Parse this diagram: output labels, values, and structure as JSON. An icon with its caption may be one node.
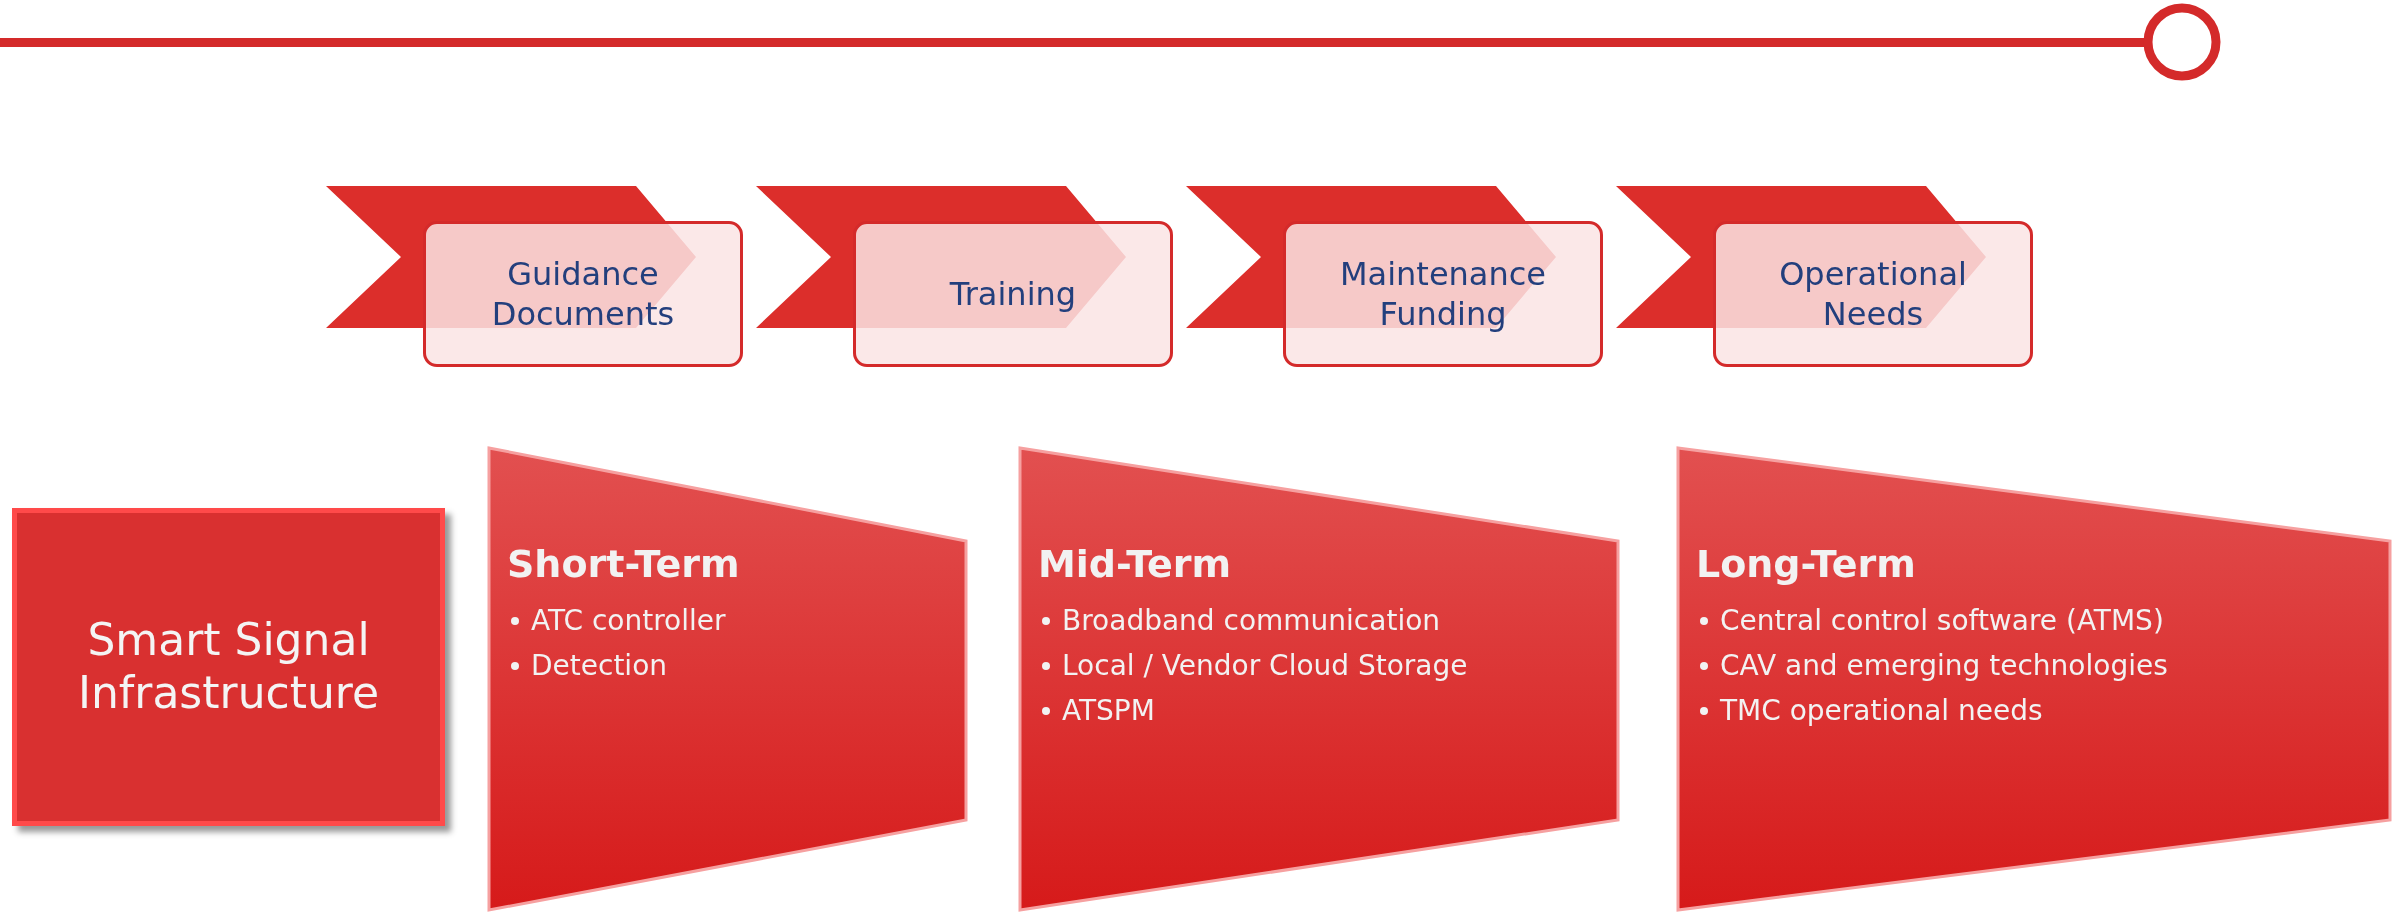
{
  "diagram": {
    "nodes": [
      {
        "text": [
          "Guidance Documents"
        ]
      },
      {
        "text": [
          "Training"
        ]
      },
      {
        "text": [
          "Maintenance Funding"
        ]
      },
      {
        "text": [
          "Operational Needs"
        ]
      },
      {
        "text": [
          "Smart Signal Infrastructure"
        ]
      },
      {
        "text": [
          "Short-Term",
          "ATC controller",
          "Detection"
        ]
      },
      {
        "text": [
          "Mid-Term",
          "Broadband communication",
          "Local / Vendor Cloud Storage",
          "ATSPM"
        ]
      },
      {
        "text": [
          "Long-Term",
          "Central control software (ATMS)",
          "CAV and emerging technologies",
          "TMC operational needs"
        ]
      }
    ],
    "edges": []
  }
}
